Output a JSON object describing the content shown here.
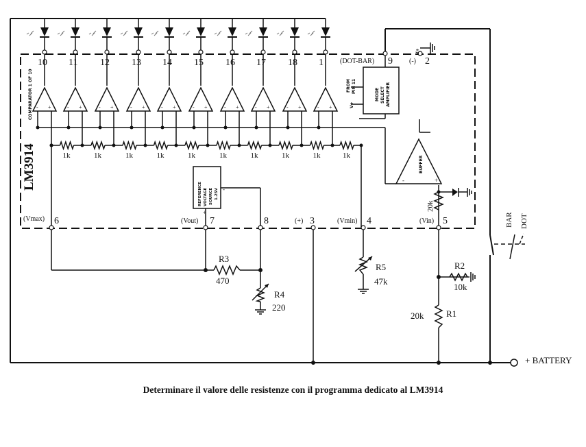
{
  "chip": {
    "name": "LM3914",
    "comparator_label": "COMPARATOR 1 OF 10",
    "pins": {
      "vmax_label": "(Vmax)",
      "vmax_pin": "6",
      "vout_label": "(Vout)",
      "vout_pin": "7",
      "pin8": "8",
      "plus_label": "(+)",
      "plus_pin": "3",
      "vmin_label": "(Vmin)",
      "vmin_pin": "4",
      "vin_label": "(Vin)",
      "vin_pin": "5",
      "dotbar_label": "(DOT-BAR)",
      "dotbar_pin": "9",
      "minus_label": "(-)",
      "minus_pin": "2"
    },
    "led_pins": [
      "10",
      "11",
      "12",
      "13",
      "14",
      "15",
      "16",
      "17",
      "18",
      "1"
    ],
    "divider_resistors": [
      "1k",
      "1k",
      "1k",
      "1k",
      "1k",
      "1k",
      "1k",
      "1k",
      "1k",
      "1k"
    ],
    "internal_20k": "20k",
    "reference": {
      "lines": [
        "REFERENCE",
        "VOLTAGE",
        "SOURCE",
        "1.25V"
      ]
    },
    "mode_select": {
      "lines": [
        "MODE",
        "SELECT",
        "AMPLIFIER"
      ],
      "from_pin_lines": [
        "FROM",
        "PIN 11"
      ],
      "vplus": "V+"
    },
    "buffer_label": "BUFFER",
    "vplus_pin2": "V+"
  },
  "external": {
    "R3": {
      "name": "R3",
      "value": "470"
    },
    "R4": {
      "name": "R4",
      "value": "220"
    },
    "R5": {
      "name": "R5",
      "value": "47k"
    },
    "R2": {
      "name": "R2",
      "value": "10k"
    },
    "R1": {
      "name": "R1",
      "value": "20k"
    }
  },
  "switch": {
    "bar": "BAR",
    "dot": "DOT"
  },
  "battery_label": "+ BATTERY",
  "caption": "Determinare il valore delle resistenze con il programma dedicato al LM3914"
}
